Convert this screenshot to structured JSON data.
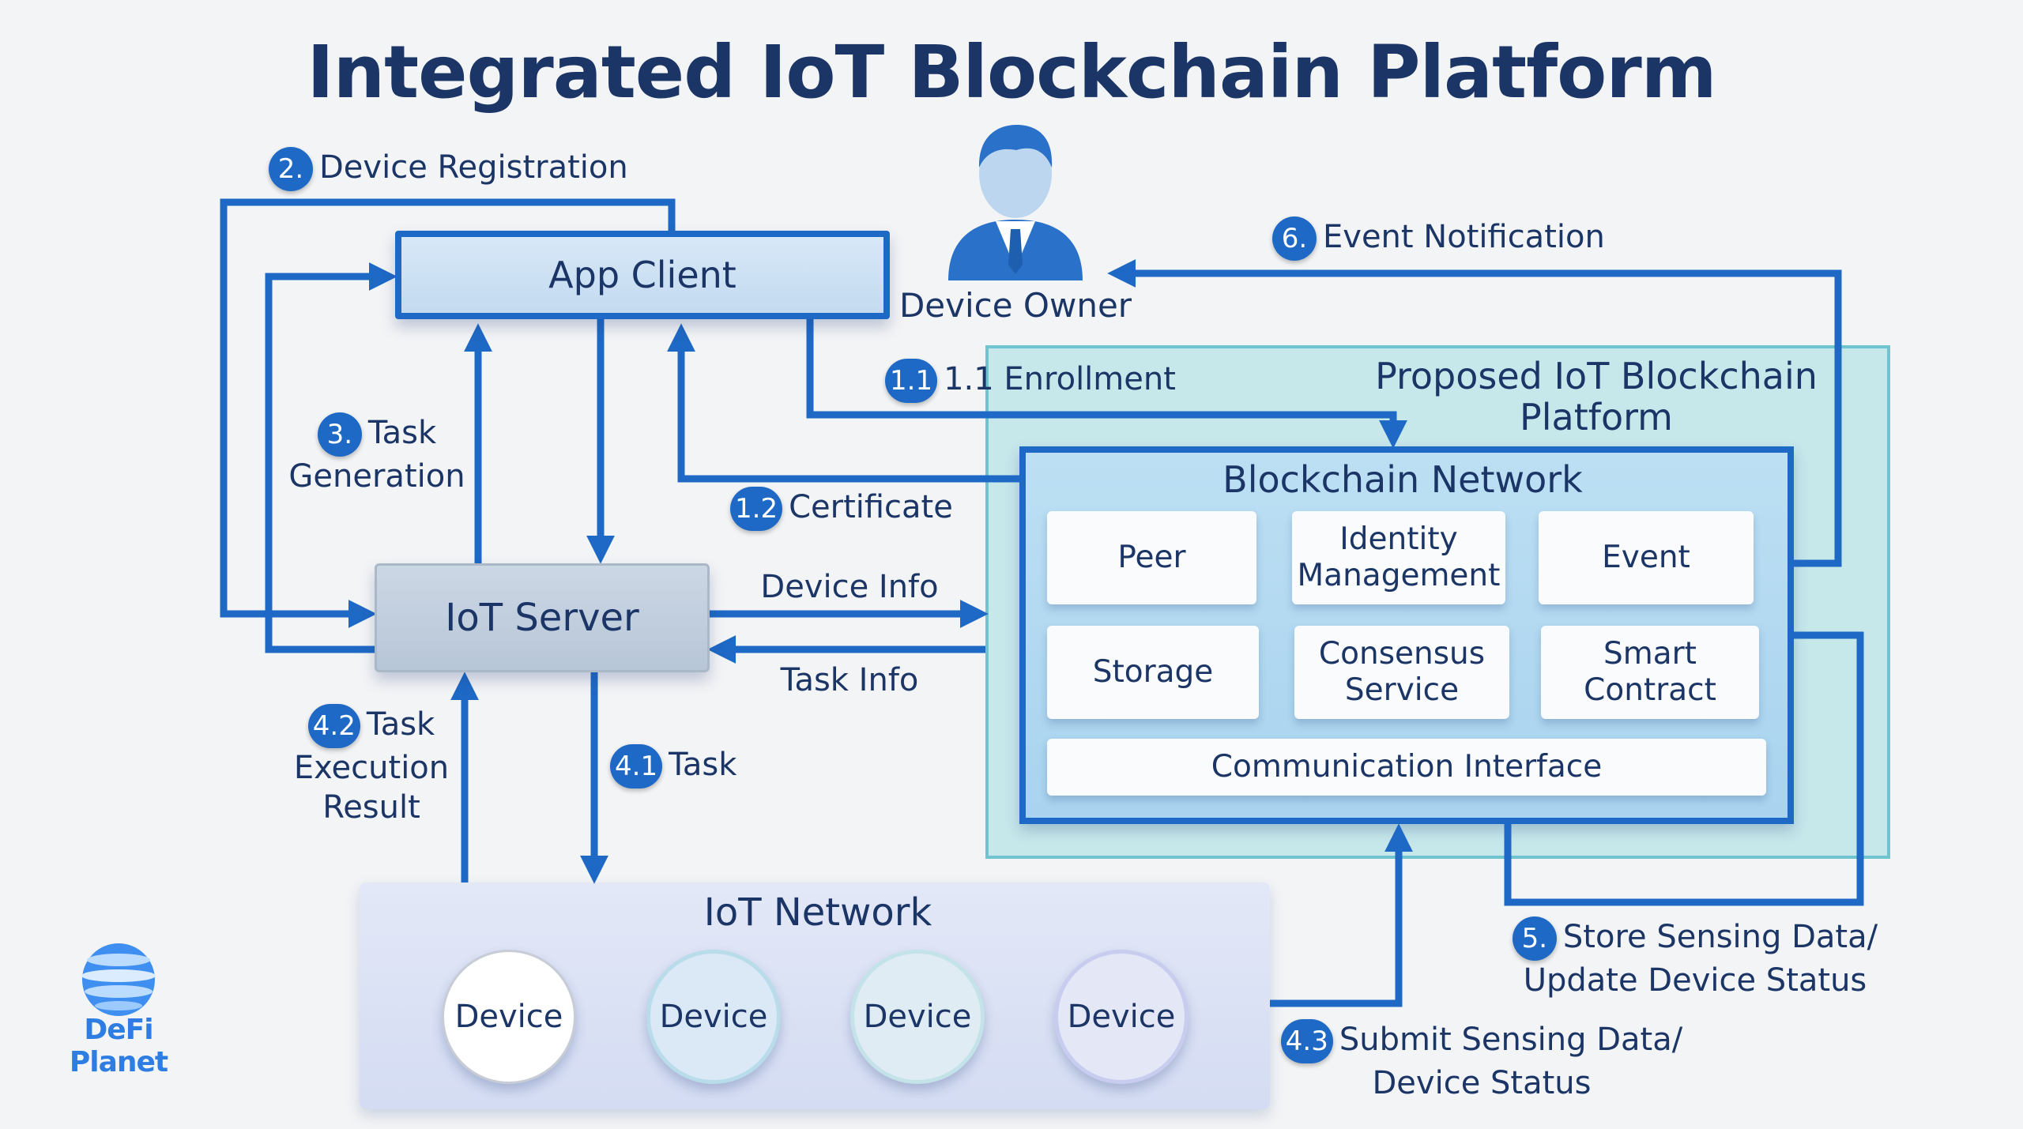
{
  "title": "Integrated IoT Blockchain Platform",
  "nodes": {
    "app_client": "App Client",
    "iot_server": "IoT Server",
    "device_owner": "Device Owner",
    "proposed_platform": [
      "Proposed IoT Blockchain",
      "Platform"
    ],
    "blockchain_network": "Blockchain Network",
    "blockchain_components": [
      {
        "lines": [
          "Peer"
        ]
      },
      {
        "lines": [
          "Identity",
          "Management"
        ]
      },
      {
        "lines": [
          "Event"
        ]
      },
      {
        "lines": [
          "Storage"
        ]
      },
      {
        "lines": [
          "Consensus",
          "Service"
        ]
      },
      {
        "lines": [
          "Smart",
          "Contract"
        ]
      }
    ],
    "communication_interface": "Communication Interface",
    "iot_network": "IoT Network",
    "devices": [
      "Device",
      "Device",
      "Device",
      "Device"
    ]
  },
  "flows": {
    "device_registration": {
      "badge": "2.",
      "lines": [
        "Device Registration"
      ]
    },
    "event_notification": {
      "badge": "6.",
      "lines": [
        "Event Notification"
      ]
    },
    "enrollment": {
      "badge": "1.1",
      "lines": [
        "1.1 Enrollment"
      ]
    },
    "certificate": {
      "badge": "1.2",
      "lines": [
        "Certificate"
      ]
    },
    "task_generation": {
      "badge": "3.",
      "lines": [
        "Task",
        "Generation"
      ]
    },
    "device_info": {
      "lines": [
        "Device Info"
      ]
    },
    "task_info": {
      "lines": [
        "Task Info"
      ]
    },
    "task_execution_result": {
      "badge": "4.2",
      "lines": [
        "Task",
        "Execution",
        "Result"
      ]
    },
    "task": {
      "badge": "4.1",
      "lines": [
        "Task"
      ]
    },
    "store_sensing_data": {
      "badge": "5.",
      "lines": [
        "Store Sensing Data/",
        "Update Device Status"
      ]
    },
    "submit_sensing_data": {
      "badge": "4.3",
      "lines": [
        "Submit Sensing Data/",
        "Device Status"
      ]
    }
  },
  "logo": {
    "text": "DeFi Planet",
    "icon": "globe-icon"
  },
  "colors": {
    "accent": "#1e69c5",
    "title": "#1b3566",
    "panel": "#a0dee2",
    "background": "#f3f4f6"
  }
}
